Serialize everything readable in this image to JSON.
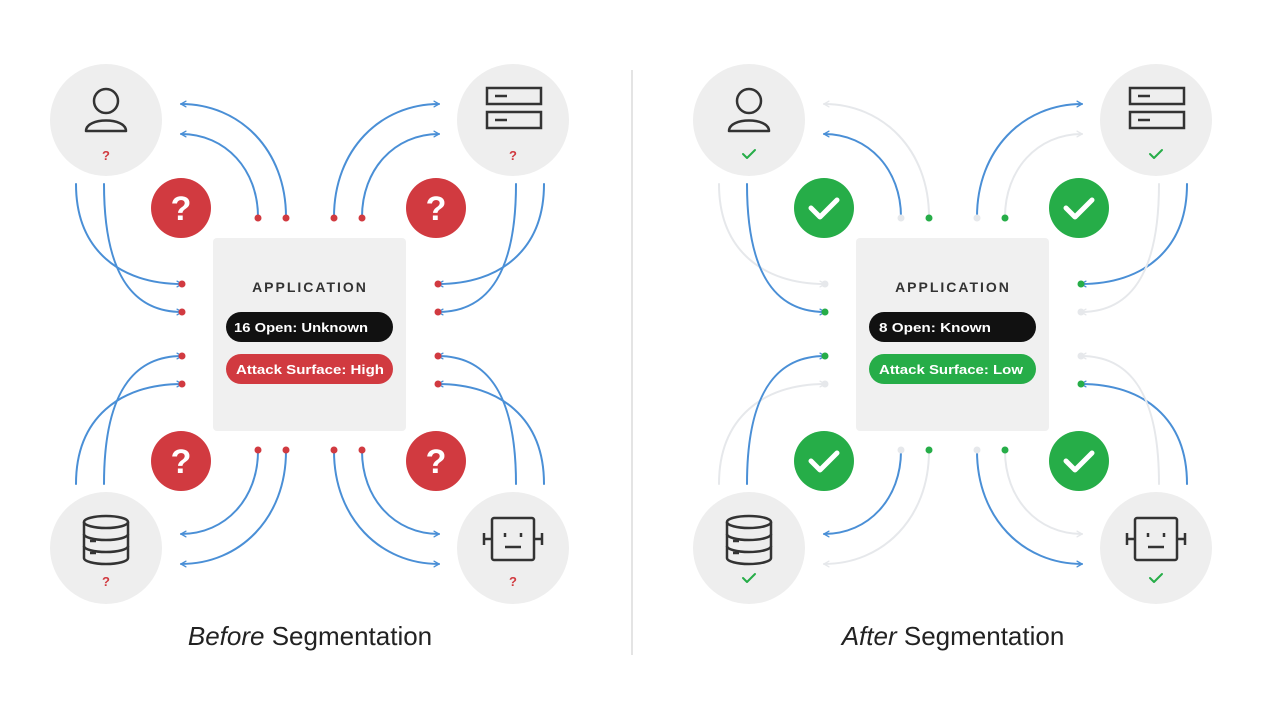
{
  "colors": {
    "blue": "#4a8fd6",
    "faded": "#e6e8eb",
    "red": "#d13a40",
    "green": "#26ad48",
    "dark": "#111111",
    "circle": "#eeeeee",
    "panel": "#f0f0f0",
    "icon": "#333333"
  },
  "panels": [
    {
      "id": "before",
      "title_emphasis": "Before",
      "title_rest": " Segmentation",
      "card_label": "APPLICATION",
      "open_badge": "16 Open: Unknown",
      "surface_badge": "Attack Surface: High",
      "status": "unknown",
      "corner_marks": [
        "?",
        "?",
        "?",
        "?"
      ],
      "badge_mark": "?",
      "accent_color": "#d13a40"
    },
    {
      "id": "after",
      "title_emphasis": "After",
      "title_rest": " Segmentation",
      "card_label": "APPLICATION",
      "open_badge": "8 Open: Known",
      "surface_badge": "Attack Surface: Low",
      "status": "known",
      "corner_marks": [
        "check",
        "check",
        "check",
        "check"
      ],
      "badge_mark": "check",
      "accent_color": "#26ad48"
    }
  ],
  "icons": {
    "top_left": "user-icon",
    "top_right": "server-icon",
    "bottom_left": "database-icon",
    "bottom_right": "robot-icon"
  }
}
